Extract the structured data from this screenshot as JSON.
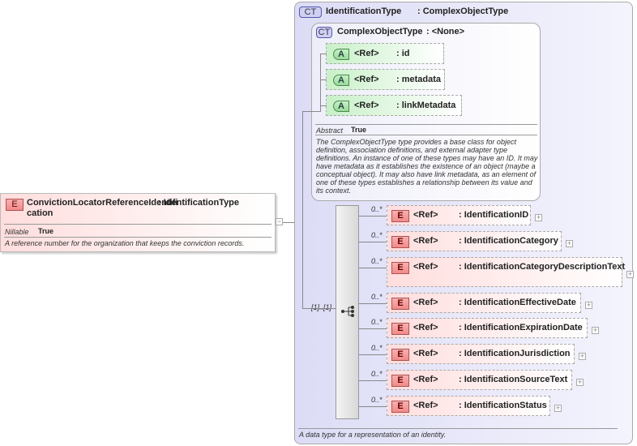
{
  "root": {
    "badge": "E",
    "name": "ConvictionLocatorReferenceIdentifi cation",
    "type": ": IdentificationType",
    "prop_label": "Nillable",
    "prop_value": "True",
    "description": "A reference number for the organization that keeps the conviction records.",
    "collapse": "−"
  },
  "type": {
    "badge": "CT",
    "name": "IdentificationType",
    "base": ": ComplexObjectType",
    "description": "A data type for a representation of an identity."
  },
  "base": {
    "badge": "CT",
    "name": "ComplexObjectType",
    "base": ": <None>",
    "prop_label": "Abstract",
    "prop_value": "True",
    "description": "The ComplexObjectType type provides a base class for object definition, association definitions, and external adapter type definitions. An instance of one of these types may have an ID. It may have metadata as it establishes the existence of an object (maybe a conceptual object). It may also have link metadata, as an element of one of these types establishes a relationship between its value and its context.",
    "attributes": [
      {
        "badge": "A",
        "ref": "<Ref>",
        "name": ": id"
      },
      {
        "badge": "A",
        "ref": "<Ref>",
        "name": ": metadata"
      },
      {
        "badge": "A",
        "ref": "<Ref>",
        "name": ": linkMetadata"
      }
    ]
  },
  "sequence": {
    "multiplicity": "[1]..[1]",
    "icon": "sequence-icon"
  },
  "elements": [
    {
      "badge": "E",
      "ref": "<Ref>",
      "name": ": IdentificationID",
      "mult": "0..*",
      "expand": "+"
    },
    {
      "badge": "E",
      "ref": "<Ref>",
      "name": ": IdentificationCategory",
      "mult": "0..*",
      "expand": "+"
    },
    {
      "badge": "E",
      "ref": "<Ref>",
      "name": ": IdentificationCategoryDescriptionText",
      "mult": "0..*",
      "expand": "+"
    },
    {
      "badge": "E",
      "ref": "<Ref>",
      "name": ": IdentificationEffectiveDate",
      "mult": "0..*",
      "expand": "+"
    },
    {
      "badge": "E",
      "ref": "<Ref>",
      "name": ": IdentificationExpirationDate",
      "mult": "0..*",
      "expand": "+"
    },
    {
      "badge": "E",
      "ref": "<Ref>",
      "name": ": IdentificationJurisdiction",
      "mult": "0..*",
      "expand": "+"
    },
    {
      "badge": "E",
      "ref": "<Ref>",
      "name": ": IdentificationSourceText",
      "mult": "0..*",
      "expand": "+"
    },
    {
      "badge": "E",
      "ref": "<Ref>",
      "name": ": IdentificationStatus",
      "mult": "0..*",
      "expand": "+"
    }
  ]
}
